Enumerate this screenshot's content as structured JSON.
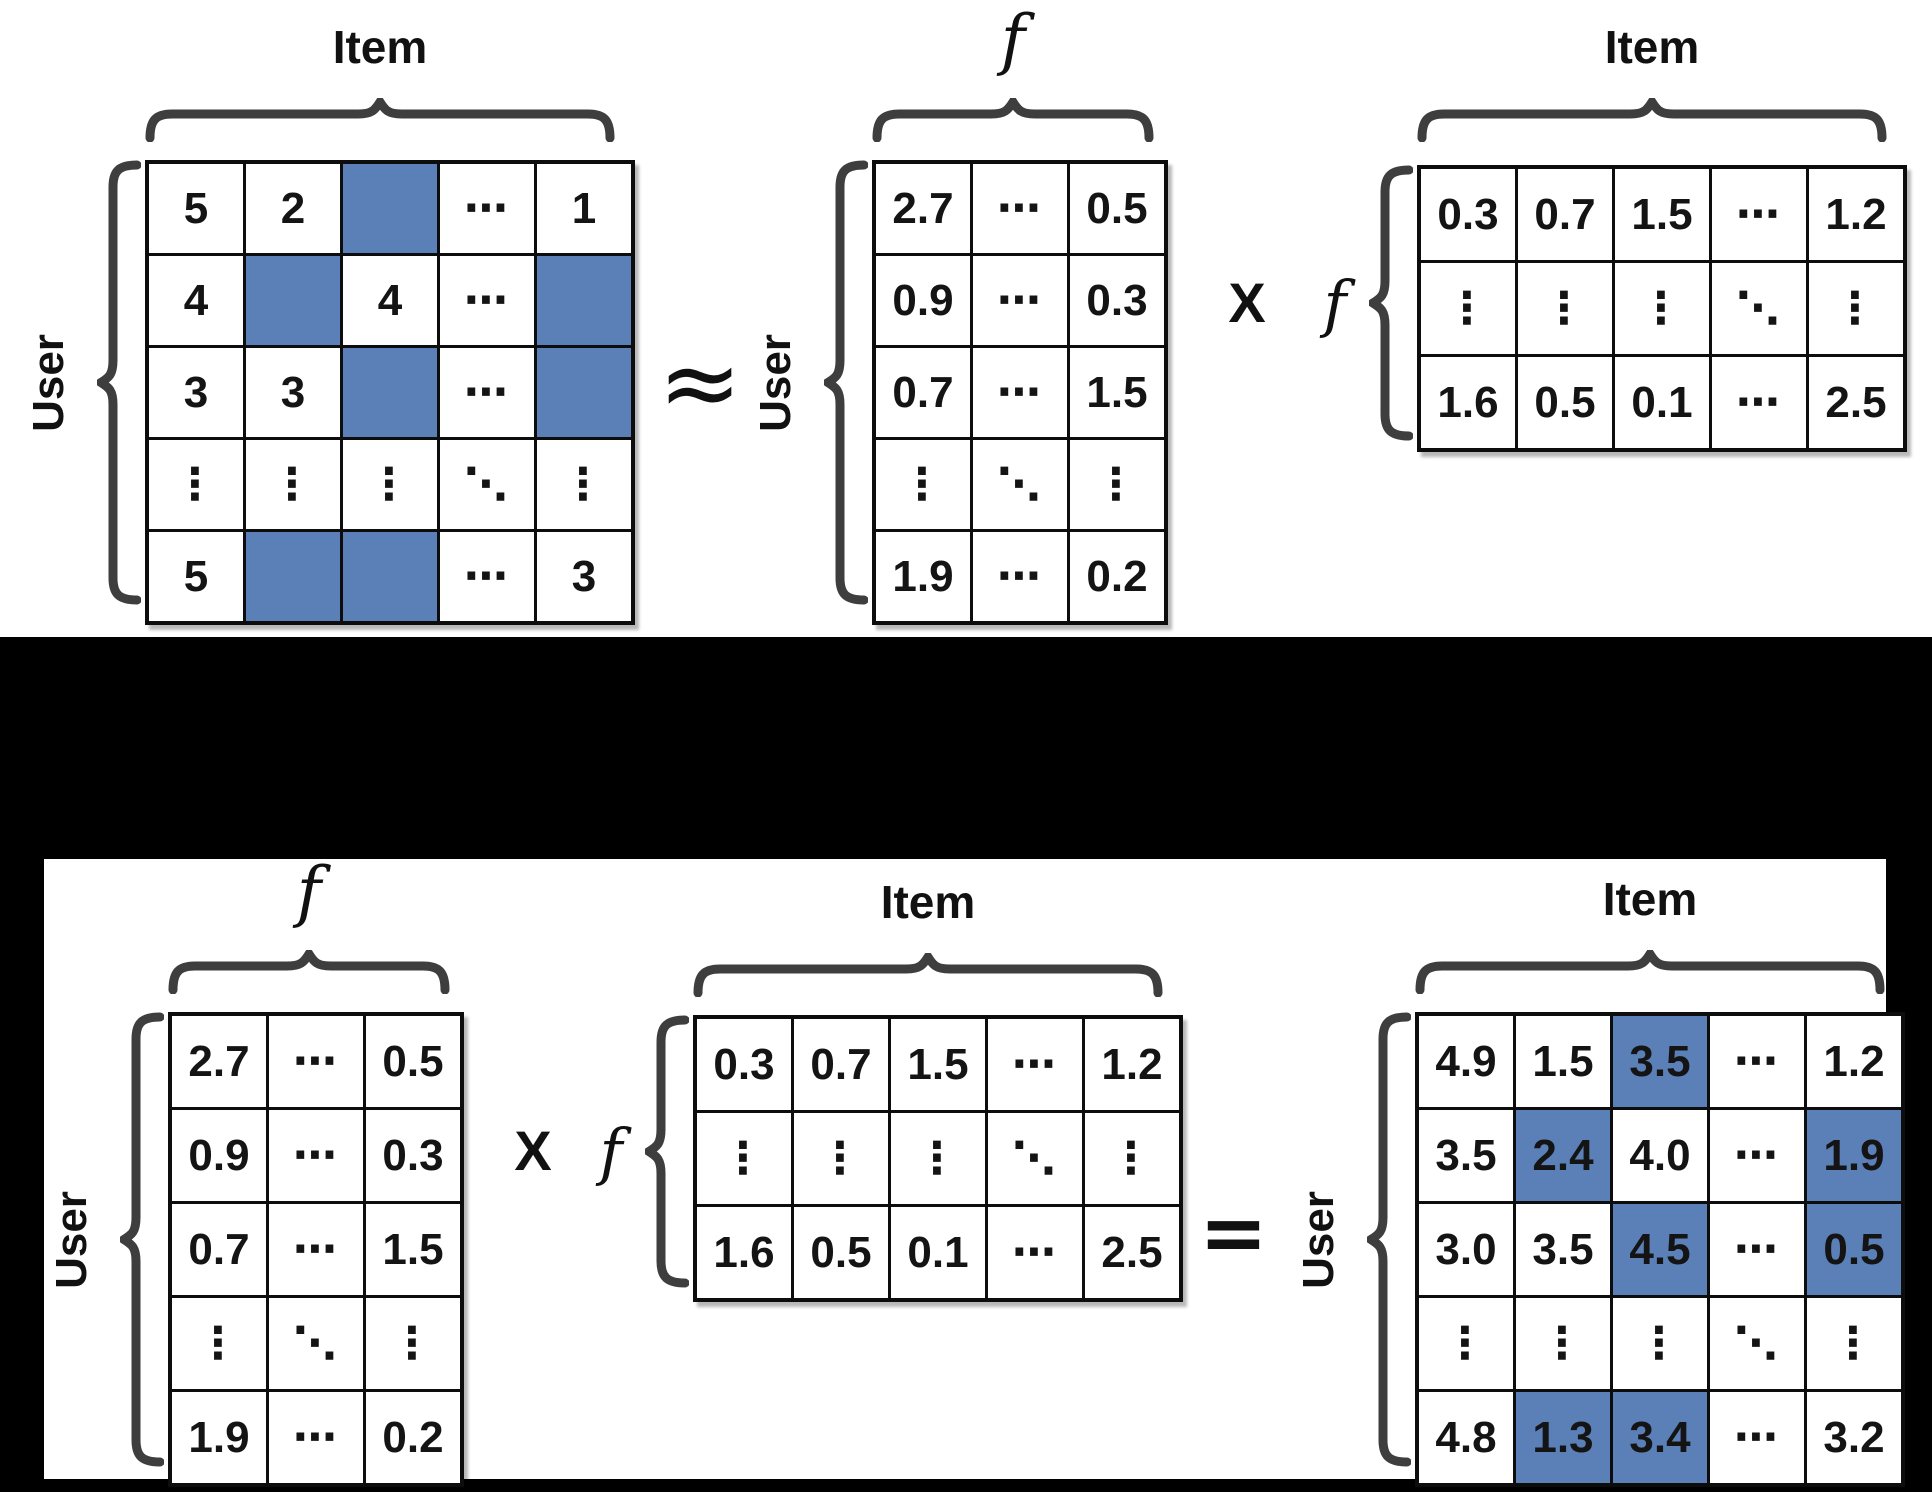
{
  "colors": {
    "missing_cell_blue": "#5b80b8",
    "predicted_value_red": "#b3281e",
    "grid_line": "#0d0d0d",
    "brace_gray": "#3e3e3e",
    "panel_background": "#ffffff",
    "page_background": "#000000"
  },
  "operators": {
    "approx": "≈",
    "multiply": "X",
    "equals": "="
  },
  "top_panel": {
    "ratings_matrix": {
      "top_label": "Item",
      "left_label": "User",
      "rows": [
        [
          {
            "v": "5"
          },
          {
            "v": "2"
          },
          {
            "b": 1
          },
          {
            "v": "⋯",
            "d": 1
          },
          {
            "v": "1"
          }
        ],
        [
          {
            "v": "4"
          },
          {
            "b": 1
          },
          {
            "v": "4"
          },
          {
            "v": "⋯",
            "d": 1
          },
          {
            "b": 1
          }
        ],
        [
          {
            "v": "3"
          },
          {
            "v": "3"
          },
          {
            "b": 1
          },
          {
            "v": "⋯",
            "d": 1
          },
          {
            "b": 1
          }
        ],
        [
          {
            "v": "⋮",
            "d": 1
          },
          {
            "v": "⋮",
            "d": 1
          },
          {
            "v": "⋮",
            "d": 1
          },
          {
            "v": "⋱",
            "d": 1
          },
          {
            "v": "⋮",
            "d": 1
          }
        ],
        [
          {
            "v": "5"
          },
          {
            "b": 1
          },
          {
            "b": 1
          },
          {
            "v": "⋯",
            "d": 1
          },
          {
            "v": "3"
          }
        ]
      ]
    },
    "user_factor_matrix": {
      "top_label": "f",
      "left_label": "User",
      "rows": [
        [
          {
            "v": "2.7"
          },
          {
            "v": "⋯",
            "d": 1
          },
          {
            "v": "0.5"
          }
        ],
        [
          {
            "v": "0.9"
          },
          {
            "v": "⋯",
            "d": 1
          },
          {
            "v": "0.3"
          }
        ],
        [
          {
            "v": "0.7"
          },
          {
            "v": "⋯",
            "d": 1
          },
          {
            "v": "1.5"
          }
        ],
        [
          {
            "v": "⋮",
            "d": 1
          },
          {
            "v": "⋱",
            "d": 1
          },
          {
            "v": "⋮",
            "d": 1
          }
        ],
        [
          {
            "v": "1.9"
          },
          {
            "v": "⋯",
            "d": 1
          },
          {
            "v": "0.2"
          }
        ]
      ]
    },
    "item_factor_matrix": {
      "top_label": "Item",
      "left_label": "f",
      "rows": [
        [
          {
            "v": "0.3"
          },
          {
            "v": "0.7"
          },
          {
            "v": "1.5"
          },
          {
            "v": "⋯",
            "d": 1
          },
          {
            "v": "1.2"
          }
        ],
        [
          {
            "v": "⋮",
            "d": 1
          },
          {
            "v": "⋮",
            "d": 1
          },
          {
            "v": "⋮",
            "d": 1
          },
          {
            "v": "⋱",
            "d": 1
          },
          {
            "v": "⋮",
            "d": 1
          }
        ],
        [
          {
            "v": "1.6"
          },
          {
            "v": "0.5"
          },
          {
            "v": "0.1"
          },
          {
            "v": "⋯",
            "d": 1
          },
          {
            "v": "2.5"
          }
        ]
      ]
    }
  },
  "bottom_panel": {
    "user_factor_matrix": {
      "top_label": "f",
      "left_label": "User",
      "rows": [
        [
          {
            "v": "2.7"
          },
          {
            "v": "⋯",
            "d": 1
          },
          {
            "v": "0.5"
          }
        ],
        [
          {
            "v": "0.9"
          },
          {
            "v": "⋯",
            "d": 1
          },
          {
            "v": "0.3"
          }
        ],
        [
          {
            "v": "0.7"
          },
          {
            "v": "⋯",
            "d": 1
          },
          {
            "v": "1.5"
          }
        ],
        [
          {
            "v": "⋮",
            "d": 1
          },
          {
            "v": "⋱",
            "d": 1
          },
          {
            "v": "⋮",
            "d": 1
          }
        ],
        [
          {
            "v": "1.9"
          },
          {
            "v": "⋯",
            "d": 1
          },
          {
            "v": "0.2"
          }
        ]
      ]
    },
    "item_factor_matrix": {
      "top_label": "Item",
      "left_label": "f",
      "rows": [
        [
          {
            "v": "0.3"
          },
          {
            "v": "0.7"
          },
          {
            "v": "1.5"
          },
          {
            "v": "⋯",
            "d": 1
          },
          {
            "v": "1.2"
          }
        ],
        [
          {
            "v": "⋮",
            "d": 1
          },
          {
            "v": "⋮",
            "d": 1
          },
          {
            "v": "⋮",
            "d": 1
          },
          {
            "v": "⋱",
            "d": 1
          },
          {
            "v": "⋮",
            "d": 1
          }
        ],
        [
          {
            "v": "1.6"
          },
          {
            "v": "0.5"
          },
          {
            "v": "0.1"
          },
          {
            "v": "⋯",
            "d": 1
          },
          {
            "v": "2.5"
          }
        ]
      ]
    },
    "prediction_matrix": {
      "top_label": "Item",
      "left_label": "User",
      "rows": [
        [
          {
            "v": "4.9"
          },
          {
            "v": "1.5"
          },
          {
            "v": "3.5",
            "b": 1,
            "r": 1
          },
          {
            "v": "⋯",
            "d": 1
          },
          {
            "v": "1.2"
          }
        ],
        [
          {
            "v": "3.5"
          },
          {
            "v": "2.4",
            "b": 1,
            "r": 1
          },
          {
            "v": "4.0"
          },
          {
            "v": "⋯",
            "d": 1
          },
          {
            "v": "1.9",
            "b": 1,
            "r": 1
          }
        ],
        [
          {
            "v": "3.0"
          },
          {
            "v": "3.5"
          },
          {
            "v": "4.5",
            "b": 1,
            "r": 1
          },
          {
            "v": "⋯",
            "d": 1
          },
          {
            "v": "0.5",
            "b": 1,
            "r": 1
          }
        ],
        [
          {
            "v": "⋮",
            "d": 1
          },
          {
            "v": "⋮",
            "d": 1
          },
          {
            "v": "⋮",
            "d": 1
          },
          {
            "v": "⋱",
            "d": 1
          },
          {
            "v": "⋮",
            "d": 1
          }
        ],
        [
          {
            "v": "4.8"
          },
          {
            "v": "1.3",
            "b": 1,
            "r": 1
          },
          {
            "v": "3.4",
            "b": 1,
            "r": 1
          },
          {
            "v": "⋯",
            "d": 1
          },
          {
            "v": "3.2"
          }
        ]
      ]
    }
  }
}
